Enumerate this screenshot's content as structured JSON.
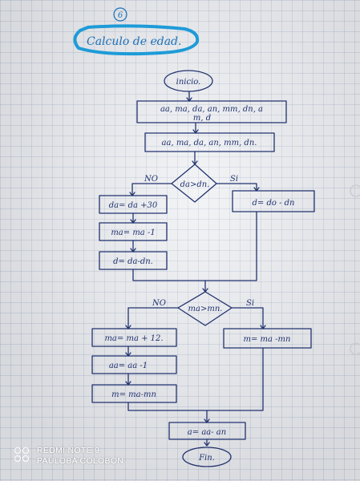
{
  "page_number": "6",
  "title": "Calculo de edad.",
  "nodes": {
    "inicio": "inicio.",
    "input_line1": "aa, ma, da, an, mm, dn, a",
    "input_line2": "m, d",
    "output": "aa, ma, da, an, mm, dn.",
    "decision1": "da>dn.",
    "decision1_no": "NO",
    "decision1_yes": "Si",
    "no1_step1": "da= da +30",
    "no1_step2": "ma= ma -1",
    "no1_step3": "d= da-dn.",
    "yes1_step": "d= do - dn",
    "decision2": "ma>mn.",
    "decision2_no": "NO",
    "decision2_yes": "Si",
    "no2_step1": "ma= ma + 12.",
    "no2_step2": "aa= aa -1",
    "no2_step3": "m= ma-mn",
    "yes2_step": "m= ma -mn",
    "final_calc": "a= aa- an",
    "fin": "Fin."
  },
  "watermark": {
    "line1": "REDMI NOTE 9",
    "line2": "PAULOBA COLOBON"
  },
  "colors": {
    "ink": "#22336f",
    "highlighter": "#1e9bd8",
    "grid": "#8e9ec0"
  }
}
